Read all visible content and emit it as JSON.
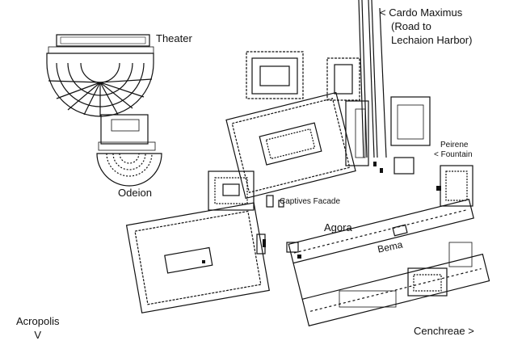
{
  "labels": {
    "theater": "Theater",
    "odeion": "Odeion",
    "cardo_line1": "< Cardo Maximus",
    "cardo_line2": "(Road to",
    "cardo_line3": "Lechaion Harbor)",
    "peirene_line1": "Peirene",
    "peirene_line2": "< Fountain",
    "captives_facade": "Captives Facade",
    "agora": "Agora",
    "bema": "Bema",
    "acropolis_line1": "Acropolis",
    "acropolis_line2": "V",
    "cenchreae": "Cenchreae >"
  },
  "colors": {
    "ink": "#111111",
    "paper": "#ffffff"
  }
}
